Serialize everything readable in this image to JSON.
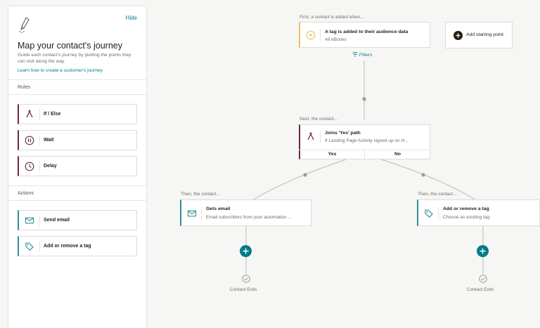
{
  "sidebar": {
    "hide_label": "Hide",
    "title": "Map your contact's journey",
    "description": "Guide each contact's journey by plotting the points they can visit along the way.",
    "learn_link": "Learn how to create a customer's journey",
    "rules_header": "Rules",
    "rules": [
      {
        "label": "If / Else",
        "icon": "branch-icon"
      },
      {
        "label": "Wait",
        "icon": "pause-icon"
      },
      {
        "label": "Delay",
        "icon": "clock-icon"
      }
    ],
    "actions_header": "Actions",
    "actions": [
      {
        "label": "Send email",
        "icon": "envelope-icon"
      },
      {
        "label": "Add or remove a tag",
        "icon": "tag-icon"
      }
    ]
  },
  "canvas": {
    "trigger_caption": "First, a contact is added when...",
    "trigger": {
      "title": "A tag is added to their audience data",
      "subtitle": "All eBooks"
    },
    "add_starting_point": "Add starting point",
    "filters_label": "Filters",
    "next_caption": "Next, the contact...",
    "rule_node": {
      "title": "Joins 'Yes' path",
      "subtitle": "If Landing Page Activity signed up on H..."
    },
    "yes_label": "Yes",
    "no_label": "No",
    "left_caption": "Then, the contact...",
    "left_node": {
      "title": "Gets email",
      "subtitle": "Email subscribers from your automation ..."
    },
    "right_caption": "Then, the contact...",
    "right_node": {
      "title": "Add or remove a tag",
      "subtitle": "Choose an existing tag"
    },
    "exit_left": "Contact Exits",
    "exit_right": "Contact Exits"
  },
  "colors": {
    "teal": "#007c89",
    "rule_accent": "#6d2a3f",
    "action_accent": "#2e8f96",
    "trigger_accent": "#e8c36b"
  }
}
